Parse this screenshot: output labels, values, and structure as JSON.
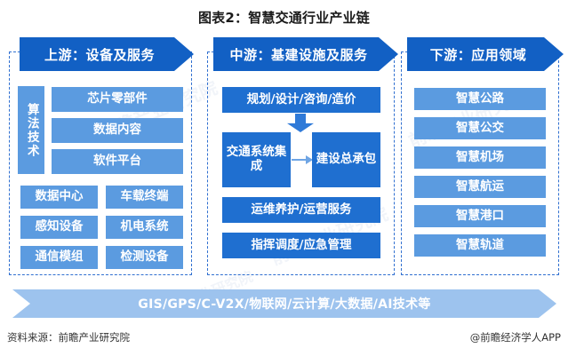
{
  "title": "图表2：智慧交通行业产业链",
  "colors": {
    "header_blue": "#1260c4",
    "box_blue": "#5b9be0",
    "box_blue_strong": "#1f6fd0",
    "tech_bar_blue": "#9dc3ee",
    "panel_dash": "#2f6fd0"
  },
  "columns": {
    "upstream": {
      "header": "上游：设备及服务",
      "algo_box": "算法技术",
      "stack": [
        "芯片零部件",
        "数据内容",
        "软件平台"
      ],
      "grid": [
        "数据中心",
        "车载终端",
        "感知设备",
        "机电系统",
        "通信模组",
        "检测设备"
      ]
    },
    "midstream": {
      "header": "中游：基建设施及服务",
      "planning": "规划/设计/咨询/造价",
      "system_integration": "交通系统集成",
      "general_contracting": "建设总承包",
      "maintenance": "运维养护/运营服务",
      "dispatch": "指挥调度/应急管理"
    },
    "downstream": {
      "header": "下游：应用领域",
      "items": [
        "智慧公路",
        "智慧公交",
        "智慧机场",
        "智慧航运",
        "智慧港口",
        "智慧轨道"
      ]
    }
  },
  "tech_bar": "GIS/GPS/C-V2X/物联网/云计算/大数据/AI技术等",
  "footer": {
    "source": "资料来源：前瞻产业研究院",
    "brand": "@前瞻经济学人APP"
  },
  "watermark": "前瞻产业研究院"
}
